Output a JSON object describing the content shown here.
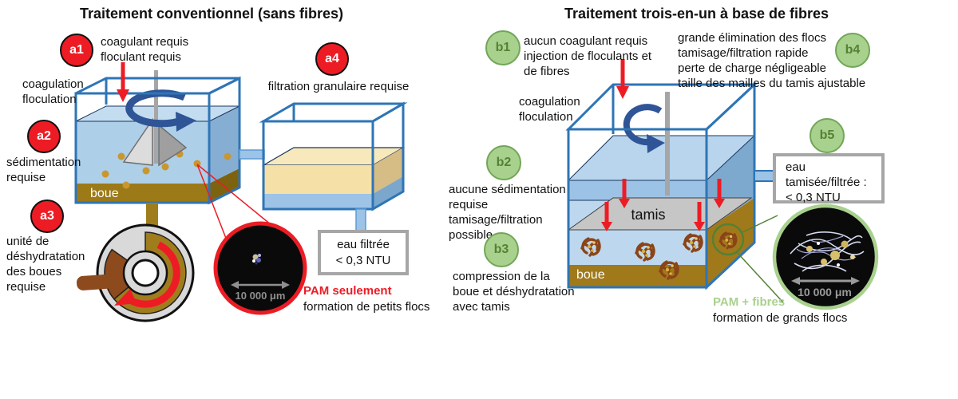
{
  "colors": {
    "red_accent": "#ed1c24",
    "green_fill": "#a9d18e",
    "green_border": "#71a657",
    "green_text": "#538135",
    "blue_frame": "#2e75b6",
    "water_light": "#bdd7ee",
    "sludge_gold": "#9c7a17",
    "fiber_brown": "#8a4418",
    "gray_box_border": "#a6a6a6"
  },
  "left": {
    "title": "Traitement conventionnel (sans fibres)",
    "a1": {
      "label": "a1",
      "lines": [
        "coagulant requis",
        "floculant requis"
      ]
    },
    "coagulation": {
      "lines": [
        "coagulation",
        "floculation"
      ]
    },
    "a2": {
      "label": "a2",
      "lines": [
        "sédimentation",
        "requise"
      ]
    },
    "a3": {
      "label": "a3",
      "lines": [
        "unité de",
        "déshydratation",
        "des boues",
        "requise"
      ]
    },
    "tank_sludge_label": "boue",
    "a4": {
      "label": "a4",
      "caption": "filtration granulaire requise"
    },
    "filtered_water_box": {
      "lines": [
        "eau filtrée",
        "< 0,3 NTU"
      ]
    },
    "inset": {
      "scale": "10 000 μm",
      "title": "PAM seulement",
      "subtitle": "formation de petits flocs"
    }
  },
  "right": {
    "title": "Traitement trois-en-un à base de fibres",
    "b1": {
      "label": "b1",
      "lines": [
        "aucun coagulant requis",
        "injection de floculants et",
        "de fibres"
      ]
    },
    "b4": {
      "label": "b4",
      "lines": [
        "grande élimination des flocs",
        "tamisage/filtration rapide",
        "perte de charge négligeable",
        "taille des mailles du tamis ajustable"
      ]
    },
    "coagulation": {
      "lines": [
        "coagulation",
        "floculation"
      ]
    },
    "b2": {
      "label": "b2",
      "lines": [
        "aucune sédimentation",
        "requise",
        "tamisage/filtration",
        "possible"
      ]
    },
    "b3": {
      "label": "b3",
      "lines": [
        "compression de la",
        "boue et déshydratation",
        "avec tamis"
      ]
    },
    "sieve_label": "tamis",
    "tank_sludge_label": "boue",
    "b5": {
      "label": "b5",
      "box_lines": [
        "eau",
        "tamisée/filtrée :",
        "< 0,3 NTU"
      ]
    },
    "inset": {
      "scale": "10 000 μm",
      "title": "PAM + fibres",
      "subtitle": "formation de grands flocs"
    }
  }
}
